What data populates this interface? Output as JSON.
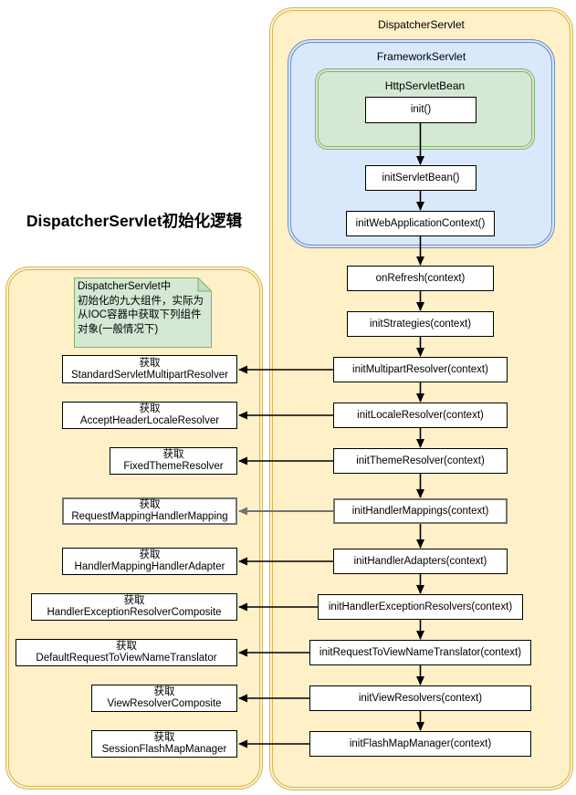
{
  "title": "DispatcherServlet初始化逻辑",
  "containers": {
    "dispatcher": "DispatcherServlet",
    "framework": "FrameworkServlet",
    "http_servlet_bean": "HttpServletBean"
  },
  "note": {
    "line1": "DispatcherServlet中",
    "line2": "初始化的九大组件，实际为",
    "line3": "从IOC容器中获取下列组件",
    "line4": "对象(一般情况下)"
  },
  "labels": {
    "get": "获取"
  },
  "flow": [
    "init()",
    "initServletBean()",
    "initWebApplicationContext()",
    "onRefresh(context)",
    "initStrategies(context)",
    "initMultipartResolver(context)",
    "initLocaleResolver(context)",
    "initThemeResolver(context)",
    "initHandlerMappings(context)",
    "initHandlerAdapters(context)",
    "initHandlerExceptionResolvers(context)",
    "initRequestToViewNameTranslator(context)",
    "initViewResolvers(context)",
    "initFlashMapManager(context)"
  ],
  "components": [
    "StandardServletMultipartResolver",
    "AcceptHeaderLocaleResolver",
    "FixedThemeResolver",
    "RequestMappingHandlerMapping",
    "HandlerMappingHandlerAdapter",
    "HandlerExceptionResolverComposite",
    "DefaultRequestToViewNameTranslator",
    "ViewResolverComposite",
    "SessionFlashMapManager"
  ],
  "colors": {
    "container_fill": "#FFF0C8",
    "container_border": "#D6B656",
    "framework_fill": "#DAE8FC",
    "framework_border": "#6C8EBF",
    "bean_fill": "#D5E8D4",
    "bean_border": "#82B366",
    "node_fill": "#FFFFFF",
    "node_border": "#000000",
    "highlight_stroke": "#737373",
    "text": "#000000"
  }
}
